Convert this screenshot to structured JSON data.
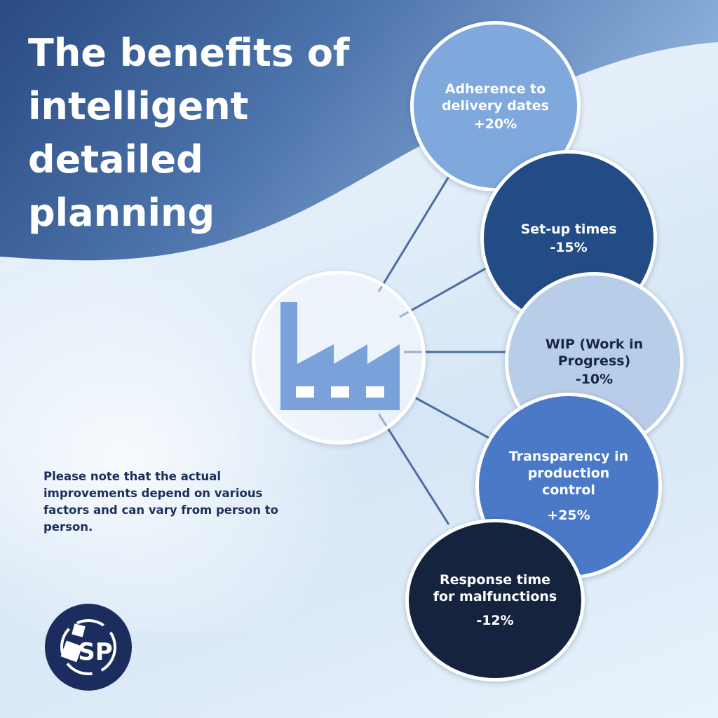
{
  "title": "The benefits of intelligent detailed planning",
  "note": "Please note that the actual improvements depend on various factors and can vary from person to person.",
  "logo": {
    "text": "SP"
  },
  "benefits": [
    {
      "label": "Adherence to delivery dates",
      "value": "+20%",
      "color": "#7fa8dc"
    },
    {
      "label": "Set-up times",
      "value": "-15%",
      "color": "#234b86"
    },
    {
      "label": "WIP (Work in Progress)",
      "value": "-10%",
      "color": "#b8cde8"
    },
    {
      "label": "Transparency in production control",
      "value": "+25%",
      "color": "#4a79c8"
    },
    {
      "label": "Response time for malfunctions",
      "value": "-12%",
      "color": "#15233f"
    }
  ],
  "colors": {
    "header": "#34578f",
    "icon": "#7ba1da"
  }
}
